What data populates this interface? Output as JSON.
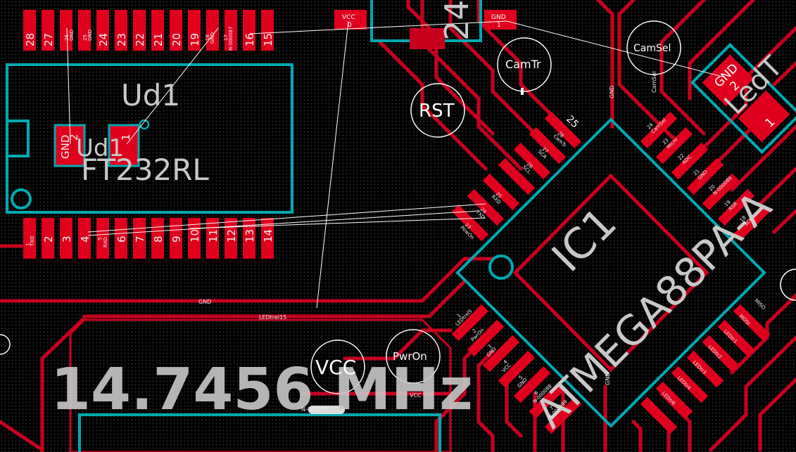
{
  "pcb": {
    "colors": {
      "copper": "#c8001e",
      "outline": "#00a8b0",
      "silk": "#c8c8c8",
      "background": "#000000",
      "pad": "#e0001e"
    },
    "crystal_label": "14.7456 MHz",
    "ic1": {
      "ref": "IC1",
      "value": "ATMEGA88PA-A"
    },
    "ud1": {
      "ref": "Ud1",
      "value": "FT232RL",
      "ref2": "Ud1"
    },
    "tp_rst": "RST",
    "tp_camtr": "CamTr",
    "tp_camsel": "CamSel",
    "tp_vcc": "VCC",
    "tp_pwron": "PwrOn",
    "top_pad_left": "VCC",
    "top_pad_left_num": "0",
    "top_pad_right": "GND",
    "top_pad_right_num": "1",
    "top_part_num": "24",
    "led_pad": "GND",
    "led_pad_num": "2",
    "led_ref": "LedT",
    "led_pin1": "1",
    "ud1_left_pad": "GND",
    "ud1_left_num": "2",
    "ud1_right_num": "1",
    "top_pins": [
      "28",
      "27",
      "26",
      "25",
      "24",
      "23",
      "22",
      "21",
      "20",
      "19",
      "18",
      "17",
      "16",
      "15"
    ],
    "top_pin_nets": [
      "",
      "",
      "GND",
      "GND",
      "",
      "",
      "",
      "",
      "",
      "",
      "GND",
      "N-000087",
      "",
      ""
    ],
    "bottom_pins": [
      "1",
      "2",
      "3",
      "4",
      "5",
      "6",
      "7",
      "8",
      "9",
      "10",
      "11",
      "12",
      "13",
      "14"
    ],
    "bottom_pin_nets": [
      "TXD",
      "",
      "",
      "",
      "RXD",
      "",
      "",
      "",
      "",
      "",
      "",
      "",
      "",
      ""
    ],
    "net_gnd_track": "GND",
    "net_ledtr": "LEDtrel15",
    "net_gnd_vert": "GND",
    "net_camsel": "CamSel",
    "net_n88": "N-000088",
    "net_vcc_small": "VCC",
    "net_gnd_ic_bottom": "GND",
    "ic_left_pads": [
      {
        "num": "28",
        "net": "CamTr"
      },
      {
        "num": "27",
        "net": "SCA"
      },
      {
        "num": "26",
        "net": "SCL"
      },
      {
        "num": "25",
        "net": "RXD"
      },
      {
        "num": "24",
        "net": "TXD"
      },
      {
        "num": "23",
        "net": "PowOn"
      }
    ],
    "ic_right_pads": [
      {
        "num": "24",
        "net": "CamSel"
      },
      {
        "num": "23",
        "net": "Micro"
      },
      {
        "num": "22",
        "net": "ADC"
      },
      {
        "num": "21",
        "net": "GND"
      },
      {
        "num": "20",
        "net": "N-000089"
      },
      {
        "num": "19",
        "net": "RSR"
      },
      {
        "num": "18",
        "net": "SCK"
      }
    ],
    "ic_bl_pads": [
      {
        "num": "1",
        "net": "LEDtrel5"
      },
      {
        "num": "2",
        "net": "PwrOn"
      },
      {
        "num": "3",
        "net": "GND"
      },
      {
        "num": "4",
        "net": "VCC"
      },
      {
        "num": "5",
        "net": "GND"
      },
      {
        "num": "6",
        "net": "N-000088"
      },
      {
        "num": "7",
        "net": "N-000089"
      }
    ],
    "ic_br_pads": [
      {
        "num": "",
        "net": "MISO"
      },
      {
        "num": "",
        "net": "MOSI"
      },
      {
        "num": "",
        "net": "LEDtr1"
      },
      {
        "num": "",
        "net": "LEDtr2"
      },
      {
        "num": "",
        "net": "LEDtr3"
      },
      {
        "num": "",
        "net": "LEDtr4"
      },
      {
        "num": "",
        "net": "LEDtr6"
      }
    ],
    "pad_top_right_num": "25"
  }
}
